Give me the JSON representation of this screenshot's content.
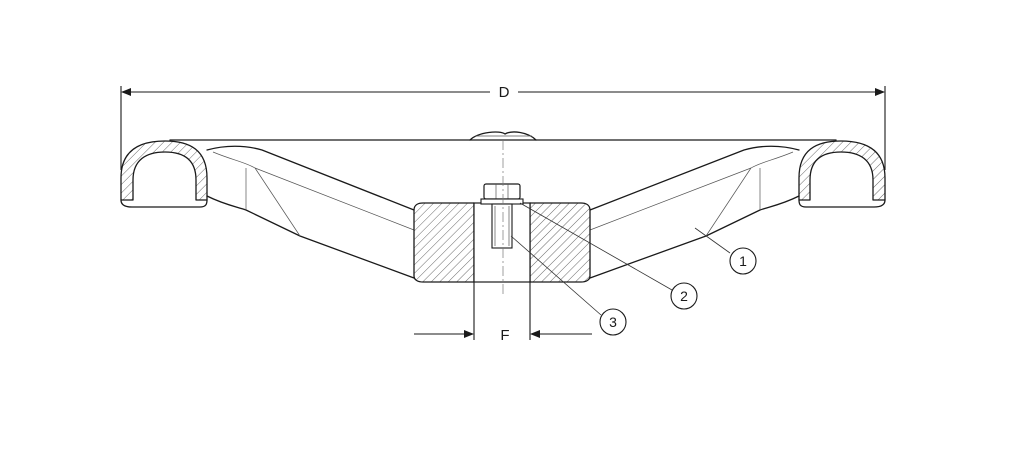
{
  "dimensions": {
    "overall_diameter_label": "D",
    "bore_width_label": "F"
  },
  "callouts": [
    {
      "number": "1",
      "part": "handwheel-body"
    },
    {
      "number": "2",
      "part": "hex-bolt"
    },
    {
      "number": "3",
      "part": "bore"
    }
  ],
  "colors": {
    "line": "#1a1a1a",
    "background": "#ffffff"
  }
}
